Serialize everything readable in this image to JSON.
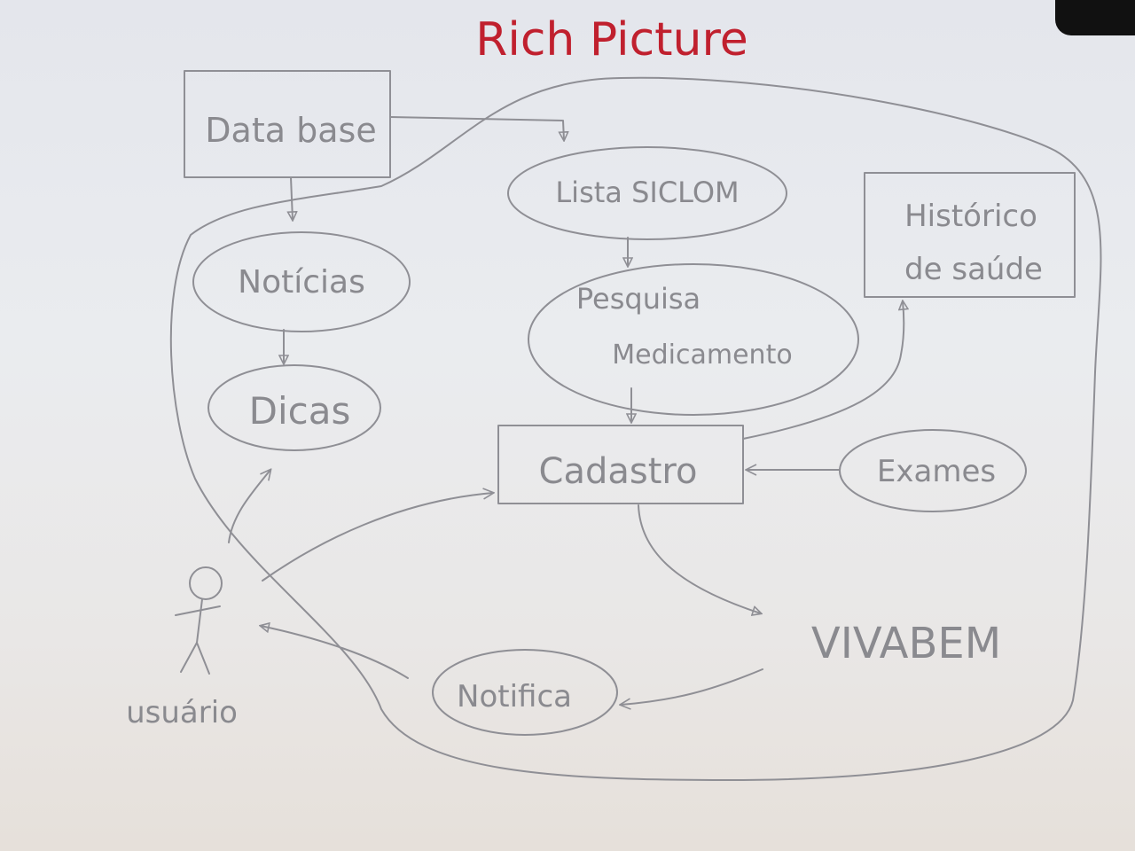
{
  "diagram": {
    "title": "Rich Picture",
    "system_name": "VIVABEM",
    "nodes": {
      "database": {
        "line1": "Data base"
      },
      "lista": {
        "line1": "Lista SICLOM"
      },
      "historico": {
        "line1": "Histórico",
        "line2": "de saúde"
      },
      "noticias": {
        "line1": "Notícias"
      },
      "pesquisa": {
        "line1": "Pesquisa",
        "line2": "Medicamento"
      },
      "dicas": {
        "line1": "Dicas"
      },
      "cadastro": {
        "line1": "Cadastro"
      },
      "exames": {
        "line1": "Exames"
      },
      "notifica": {
        "line1": "Notifica"
      }
    },
    "actor": {
      "label": "usuário"
    }
  },
  "colors": {
    "pencil": "#8a8a8f",
    "title": "#c0202e",
    "tape": "#111111"
  }
}
